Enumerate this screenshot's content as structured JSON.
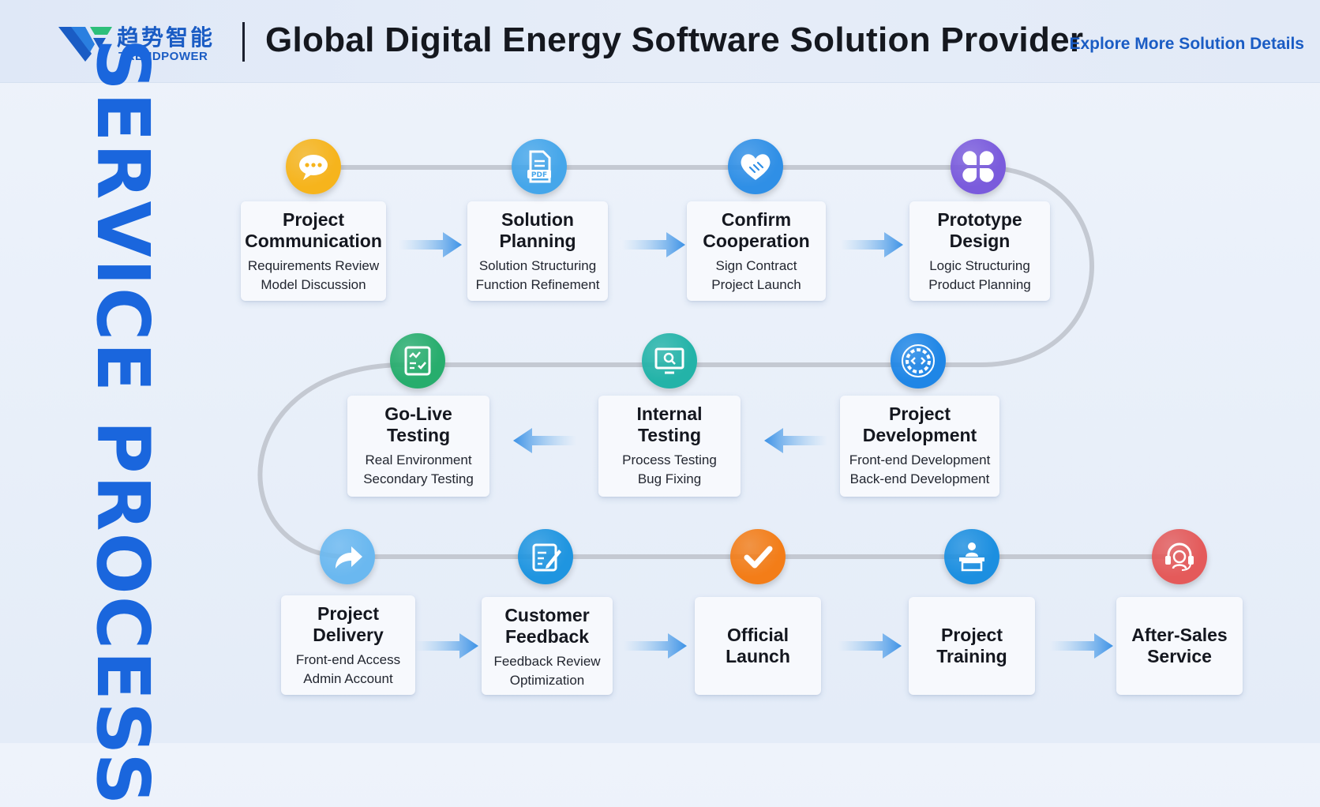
{
  "header": {
    "logo_cn": "趋势智能",
    "logo_en": "TRENDPOWER",
    "title": "Global Digital Energy Software Solution Provider",
    "link": "Explore More Solution Details"
  },
  "side_title": "SERVICE PROCESS",
  "steps": [
    {
      "title_1": "Project",
      "title_2": "Communication",
      "sub_1": "Requirements Review",
      "sub_2": "Model Discussion",
      "icon": "chat-bubble-icon",
      "color": "#f6b41c"
    },
    {
      "title_1": "Solution",
      "title_2": "Planning",
      "sub_1": "Solution Structuring",
      "sub_2": "Function Refinement",
      "icon": "pdf-document-icon",
      "color": "#45a6ea"
    },
    {
      "title_1": "Confirm",
      "title_2": "Cooperation",
      "sub_1": "Sign Contract",
      "sub_2": "Project Launch",
      "icon": "heart-handshake-icon",
      "color": "#2f8fe6"
    },
    {
      "title_1": "Prototype",
      "title_2": "Design",
      "sub_1": "Logic Structuring",
      "sub_2": "Product Planning",
      "icon": "clover-grid-icon",
      "color": "#7a5bdc"
    },
    {
      "title_1": "Project",
      "title_2": "Development",
      "sub_1": "Front-end Development",
      "sub_2": "Back-end Development",
      "icon": "gear-code-icon",
      "color": "#1f86e6"
    },
    {
      "title_1": "Internal",
      "title_2": "Testing",
      "sub_1": "Process Testing",
      "sub_2": "Bug Fixing",
      "icon": "monitor-search-icon",
      "color": "#23b3a8"
    },
    {
      "title_1": "Go-Live",
      "title_2": "Testing",
      "sub_1": "Real Environment",
      "sub_2": "Secondary Testing",
      "icon": "checklist-chart-icon",
      "color": "#27ad6d"
    },
    {
      "title_1": "Project",
      "title_2": "Delivery",
      "sub_1": "Front-end Access",
      "sub_2": "Admin Account",
      "icon": "share-arrow-icon",
      "color": "#6ab8f0"
    },
    {
      "title_1": "Customer",
      "title_2": "Feedback",
      "sub_1": "Feedback Review",
      "sub_2": "Optimization",
      "icon": "edit-note-icon",
      "color": "#1f95e0"
    },
    {
      "title_1": "Official",
      "title_2": "Launch",
      "sub_1": "",
      "sub_2": "",
      "icon": "checkmark-icon",
      "color": "#f37d18"
    },
    {
      "title_1": "Project",
      "title_2": "Training",
      "sub_1": "",
      "sub_2": "",
      "icon": "presenter-icon",
      "color": "#1c8fe0"
    },
    {
      "title_1": "After-Sales",
      "title_2": "Service",
      "sub_1": "",
      "sub_2": "",
      "icon": "headset-support-icon",
      "color": "#e45a5a"
    }
  ]
}
